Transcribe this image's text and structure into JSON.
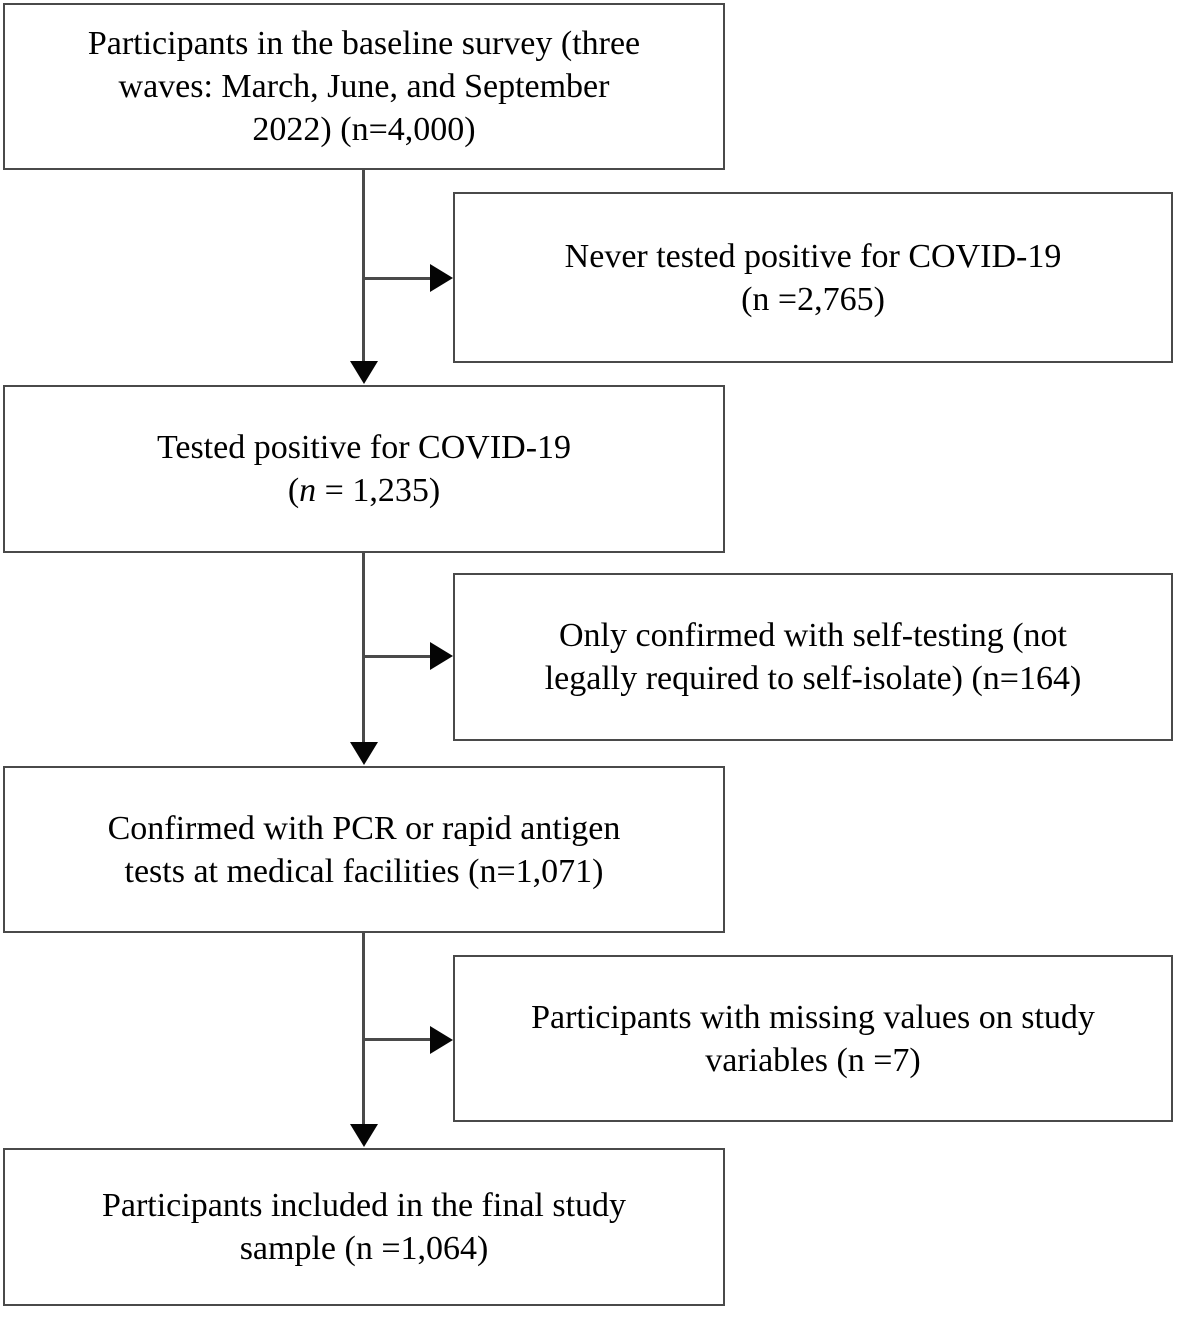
{
  "colors": {
    "background": "#ffffff",
    "box_border": "#4a4a4a",
    "connector_line": "#4a4a4a",
    "arrowhead": "#050505",
    "text": "#000000"
  },
  "flow": {
    "boxes": [
      {
        "name": "baseline-survey",
        "n": "4,000",
        "lines": [
          "Participants in the baseline survey (three",
          "waves: March, June, and September",
          "2022) (n=4,000)"
        ]
      },
      {
        "name": "never-tested-positive",
        "n": "2,765",
        "lines": [
          "Never tested positive for COVID-19",
          "(n =2,765)"
        ]
      },
      {
        "name": "tested-positive",
        "n": "1,235",
        "lines": [
          "Tested positive for COVID-19"
        ],
        "math": {
          "open": "(",
          "var": "n",
          "rest": " = 1,235)"
        }
      },
      {
        "name": "self-testing-only",
        "n": "164",
        "lines": [
          "Only confirmed with self-testing (not",
          "legally required to self-isolate) (n=164)"
        ]
      },
      {
        "name": "pcr-confirmed",
        "n": "1,071",
        "lines": [
          "Confirmed with PCR or rapid antigen",
          "tests at medical facilities (n=1,071)"
        ]
      },
      {
        "name": "missing-values",
        "n": "7",
        "lines": [
          "Participants with missing values on study",
          "variables (n =7)"
        ]
      },
      {
        "name": "final-sample",
        "n": "1,064",
        "lines": [
          "Participants included in the final study",
          "sample (n =1,064)"
        ]
      }
    ]
  }
}
